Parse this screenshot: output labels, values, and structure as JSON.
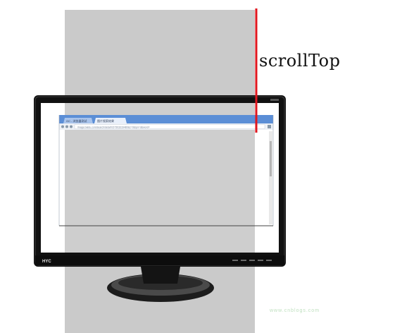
{
  "diagram": {
    "label": "scrollTop",
    "monitor_brand": "HYC",
    "browser_tab_left": "GC - 浏览器测试",
    "browser_tab_right": "图片搜索结果",
    "browser_address": "image.baidu.com/search/detail?ct=503316480&z=0&ipn=d&word=",
    "watermark_text": "www.cnblogs.com",
    "colors": {
      "document_region": "#cacaca",
      "scroll_indicator": "#e0161e",
      "monitor_bezel": "#111111",
      "browser_chrome": "#5b8ed6"
    }
  }
}
